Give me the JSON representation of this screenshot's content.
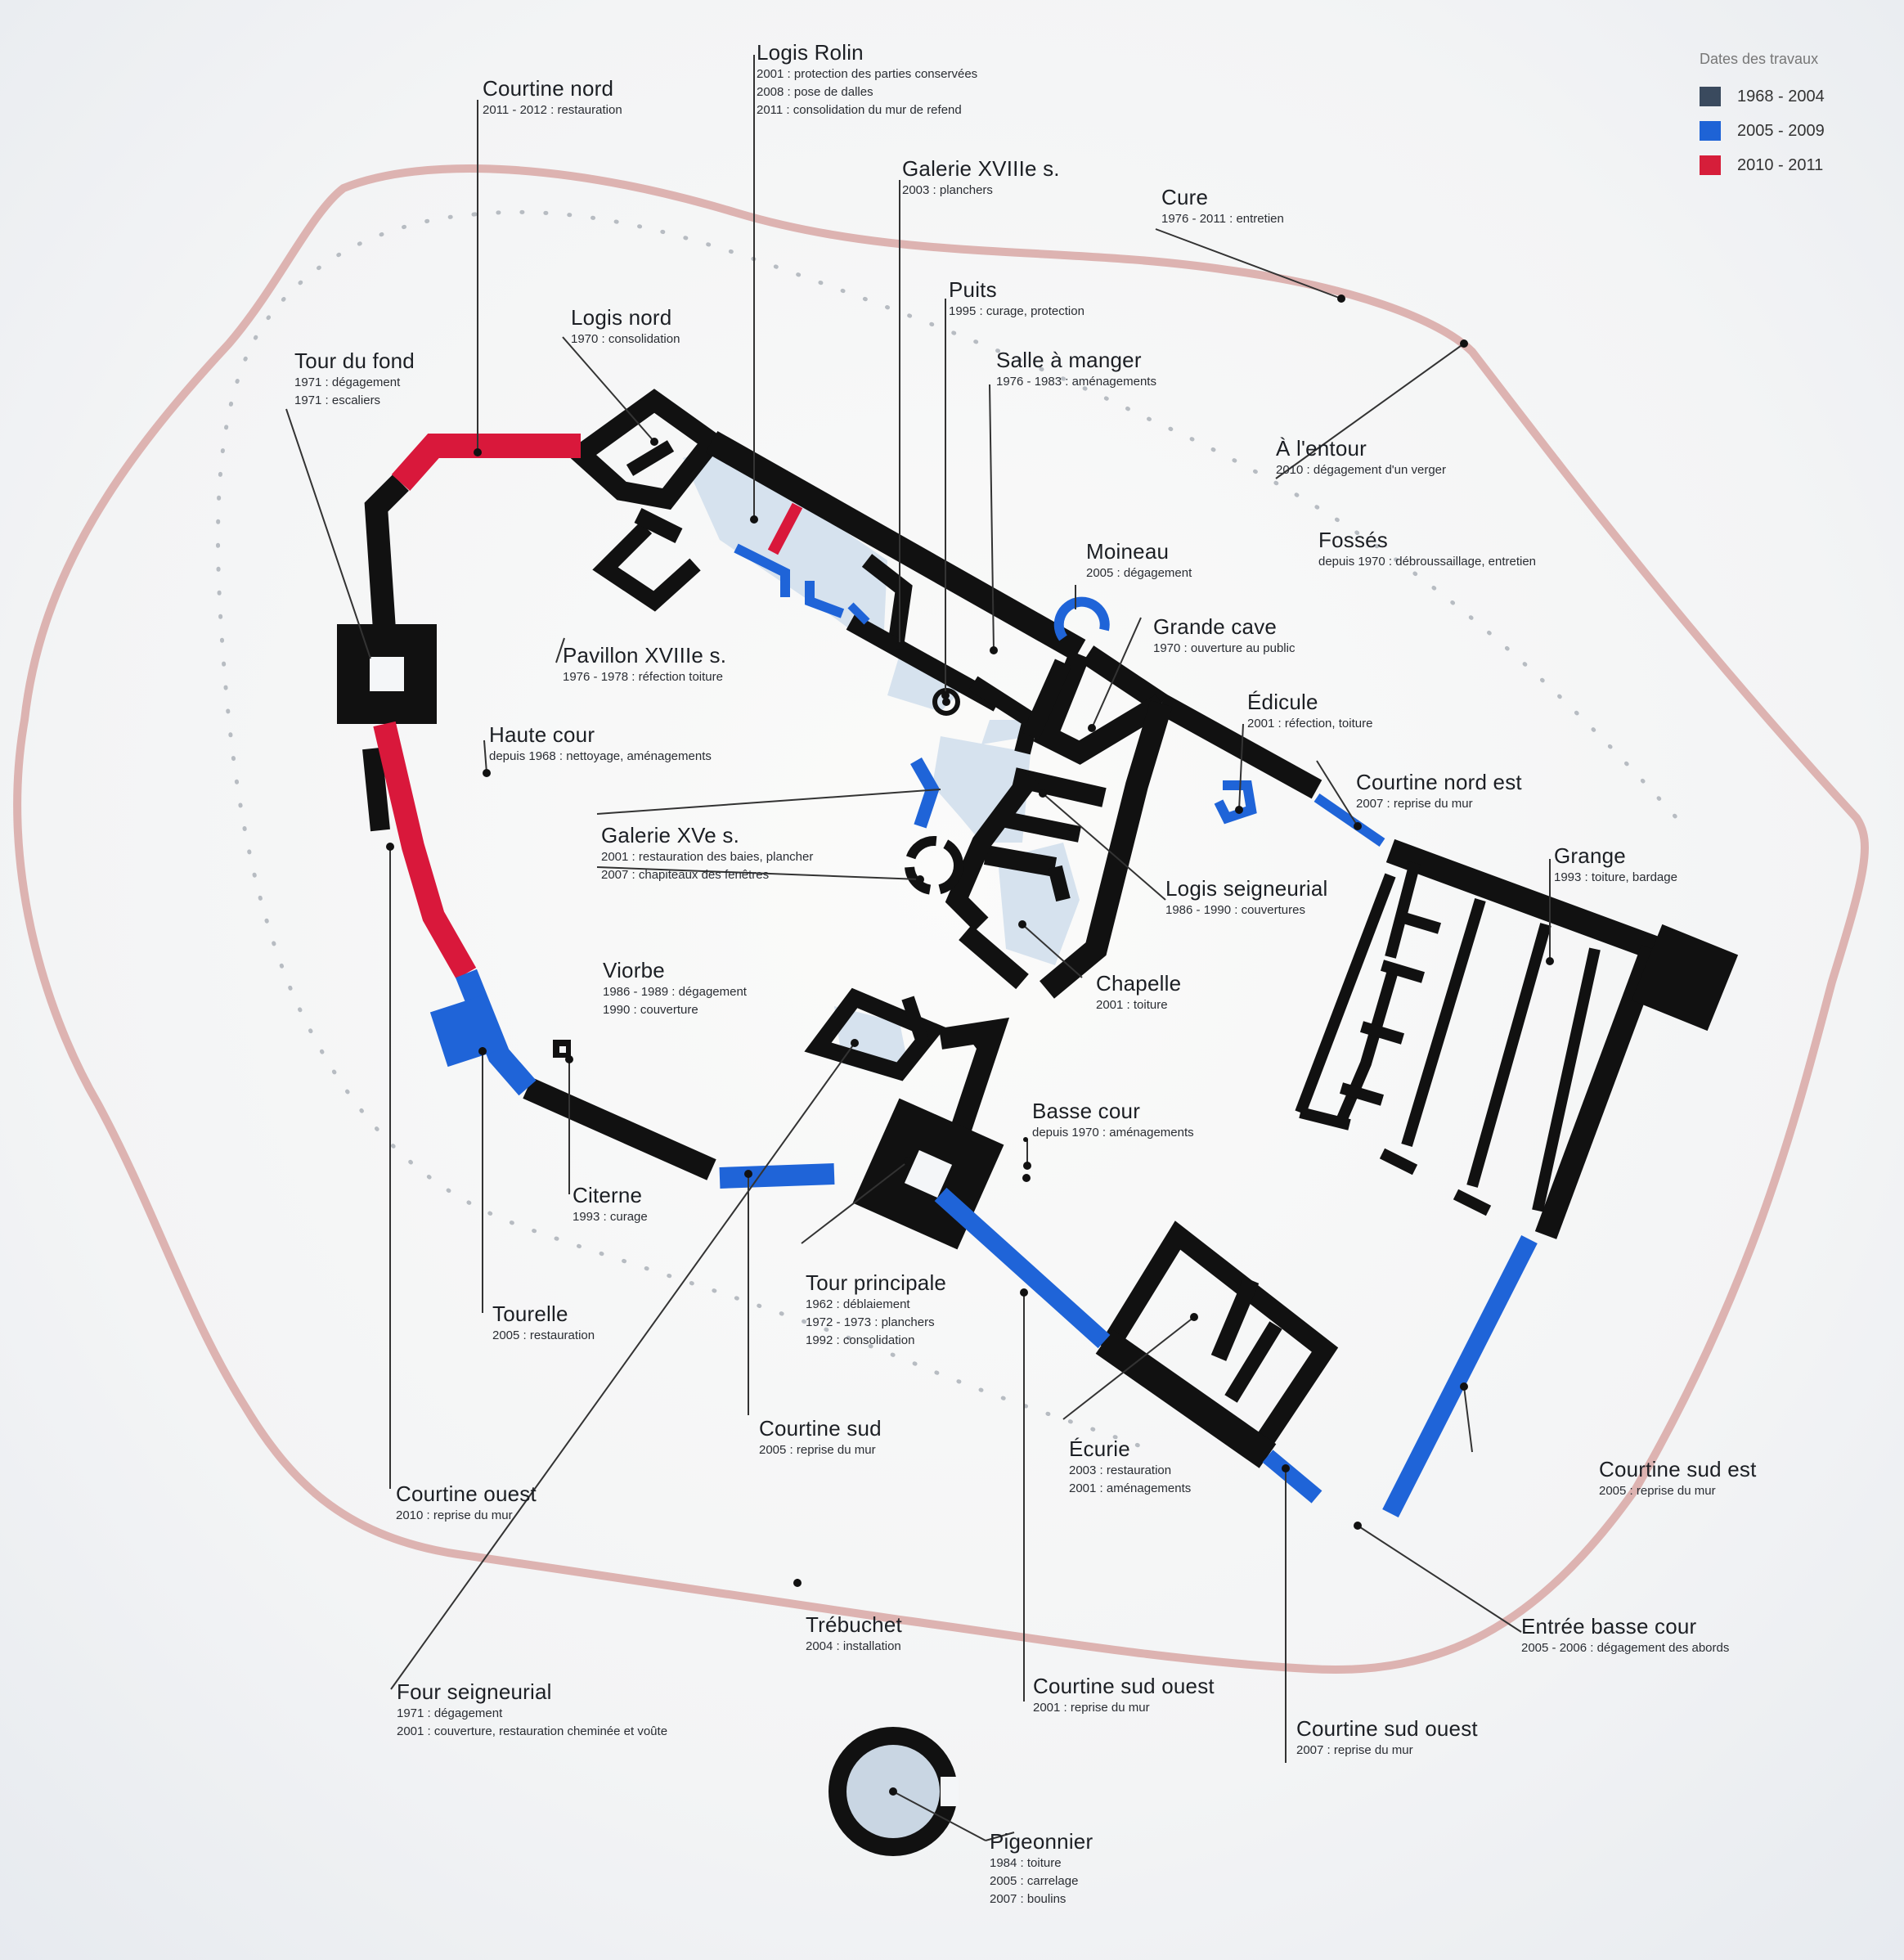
{
  "legend": {
    "title": "Dates des travaux",
    "items": [
      {
        "label": "1968 - 2004",
        "color": "#3a4a5e"
      },
      {
        "label": "2005 - 2009",
        "color": "#1e63d6"
      },
      {
        "label": "2010 - 2011",
        "color": "#d61e3a"
      }
    ]
  },
  "colors": {
    "black": "#111111",
    "blue": "#1f64d8",
    "red": "#d9183b",
    "fill_light": "#d6e2ee",
    "moat": "#d9a9a6"
  },
  "labels": {
    "logis_rolin": {
      "title": "Logis Rolin",
      "lines": [
        "2001 : protection des parties conservées",
        "2008 : pose de dalles",
        "2011 : consolidation du mur de refend"
      ]
    },
    "courtine_nord": {
      "title": "Courtine nord",
      "lines": [
        "2011 - 2012 : restauration"
      ]
    },
    "galerie_xviii": {
      "title": "Galerie XVIIIe s.",
      "lines": [
        "2003 : planchers"
      ]
    },
    "cure": {
      "title": "Cure",
      "lines": [
        "1976 - 2011 : entretien"
      ]
    },
    "puits": {
      "title": "Puits",
      "lines": [
        "1995 : curage, protection"
      ]
    },
    "logis_nord": {
      "title": "Logis nord",
      "lines": [
        "1970 : consolidation"
      ]
    },
    "salle_a_manger": {
      "title": "Salle à manger",
      "lines": [
        "1976 - 1983 : aménagements"
      ]
    },
    "tour_du_fond": {
      "title": "Tour du fond",
      "lines": [
        "1971 : dégagement",
        "1971 : escaliers"
      ]
    },
    "a_lentour": {
      "title": "À l'entour",
      "lines": [
        "2010 : dégagement d'un verger"
      ]
    },
    "fosses": {
      "title": "Fossés",
      "lines": [
        "depuis 1970 : débroussaillage, entretien"
      ]
    },
    "moineau": {
      "title": "Moineau",
      "lines": [
        "2005 : dégagement"
      ]
    },
    "grande_cave": {
      "title": "Grande cave",
      "lines": [
        "1970 : ouverture au public"
      ]
    },
    "pavillon_xviii": {
      "title": "Pavillon XVIIIe s.",
      "lines": [
        "1976 - 1978 : réfection toiture"
      ]
    },
    "edicule": {
      "title": "Édicule",
      "lines": [
        "2001 : réfection, toiture"
      ]
    },
    "haute_cour": {
      "title": "Haute cour",
      "lines": [
        "depuis 1968 : nettoyage, aménagements"
      ]
    },
    "courtine_nord_est": {
      "title": "Courtine nord est",
      "lines": [
        "2007 : reprise du mur"
      ]
    },
    "galerie_xv": {
      "title": "Galerie XVe s.",
      "lines": [
        "2001 : restauration des baies, plancher",
        "2007 : chapiteaux des fenêtres"
      ]
    },
    "grange": {
      "title": "Grange",
      "lines": [
        "1993 : toiture, bardage"
      ]
    },
    "logis_seigneurial": {
      "title": "Logis seigneurial",
      "lines": [
        "1986 - 1990 : couvertures"
      ]
    },
    "viorbe": {
      "title": "Viorbe",
      "lines": [
        "1986 - 1989 : dégagement",
        "1990 : couverture"
      ]
    },
    "chapelle": {
      "title": "Chapelle",
      "lines": [
        "2001 : toiture"
      ]
    },
    "basse_cour": {
      "title": "Basse cour",
      "lines": [
        "depuis 1970 : aménagements"
      ]
    },
    "citerne": {
      "title": "Citerne",
      "lines": [
        "1993 : curage"
      ]
    },
    "tour_principale": {
      "title": "Tour principale",
      "lines": [
        "1962 : déblaiement",
        "1972 - 1973 : planchers",
        "1992 : consolidation"
      ]
    },
    "tourelle": {
      "title": "Tourelle",
      "lines": [
        "2005 : restauration"
      ]
    },
    "courtine_sud": {
      "title": "Courtine sud",
      "lines": [
        "2005 : reprise du mur"
      ]
    },
    "ecurie": {
      "title": "Écurie",
      "lines": [
        "2003 : restauration",
        "2001 : aménagements"
      ]
    },
    "courtine_sud_est": {
      "title": "Courtine sud est",
      "lines": [
        "2005 : reprise du mur"
      ]
    },
    "courtine_ouest": {
      "title": "Courtine ouest",
      "lines": [
        "2010 : reprise du mur"
      ]
    },
    "trebuchet": {
      "title": "Trébuchet",
      "lines": [
        "2004 : installation"
      ]
    },
    "entree_basse_cour": {
      "title": "Entrée basse cour",
      "lines": [
        "2005 - 2006 : dégagement des abords"
      ]
    },
    "four_seigneurial": {
      "title": "Four seigneurial",
      "lines": [
        "1971 : dégagement",
        "2001 : couverture, restauration cheminée et voûte"
      ]
    },
    "courtine_sud_ouest_1": {
      "title": "Courtine sud ouest",
      "lines": [
        "2001 : reprise du mur"
      ]
    },
    "courtine_sud_ouest_2": {
      "title": "Courtine sud ouest",
      "lines": [
        "2007 : reprise du mur"
      ]
    },
    "pigeonnier": {
      "title": "Pigeonnier",
      "lines": [
        "1984 : toiture",
        "2005 : carrelage",
        "2007 : boulins"
      ]
    }
  }
}
